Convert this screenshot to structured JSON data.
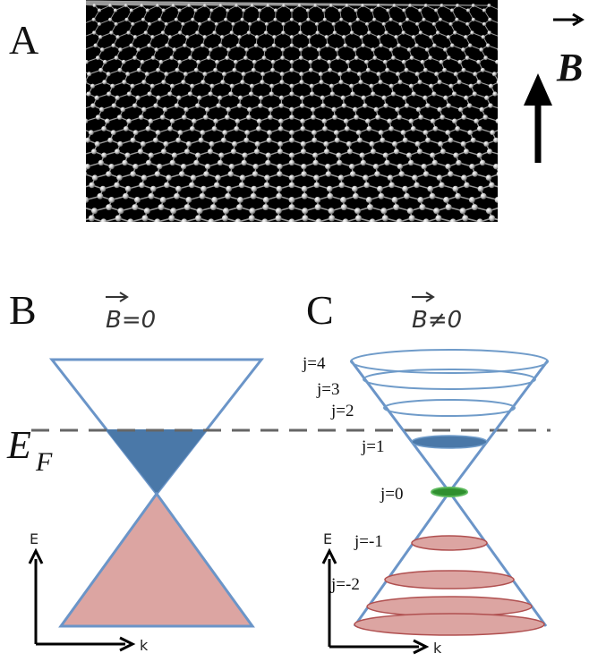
{
  "panels": {
    "a": {
      "letter": "A",
      "field_symbol": "B"
    },
    "b": {
      "letter": "B",
      "field_label": "B=0"
    },
    "c": {
      "letter": "C",
      "field_label": "B≠0"
    }
  },
  "fermi_level": {
    "symbol": "E",
    "subscript": "F"
  },
  "axes": {
    "energy": "E",
    "momentum": "k"
  },
  "landau_levels": [
    {
      "label": "j=4",
      "index": 4,
      "filled": false,
      "color": "#6f9bc9"
    },
    {
      "label": "j=3",
      "index": 3,
      "filled": false,
      "color": "#6f9bc9"
    },
    {
      "label": "j=2",
      "index": 2,
      "filled": false,
      "color": "#6f9bc9"
    },
    {
      "label": "j=1",
      "index": 1,
      "filled": true,
      "color": "#4a78a8"
    },
    {
      "label": "j=0",
      "index": 0,
      "filled": true,
      "color": "#3c9a3c"
    },
    {
      "label": "j=-1",
      "index": -1,
      "filled": true,
      "color": "#d99a96"
    },
    {
      "label": "j=-2",
      "index": -2,
      "filled": true,
      "color": "#d99a96"
    }
  ],
  "colors": {
    "cone_edge": "#6b95c8",
    "electron_fill": "#4a78a8",
    "hole_fill": "#dca5a2",
    "lattice_bg": "#000000",
    "atom": "#c8c8c8"
  }
}
